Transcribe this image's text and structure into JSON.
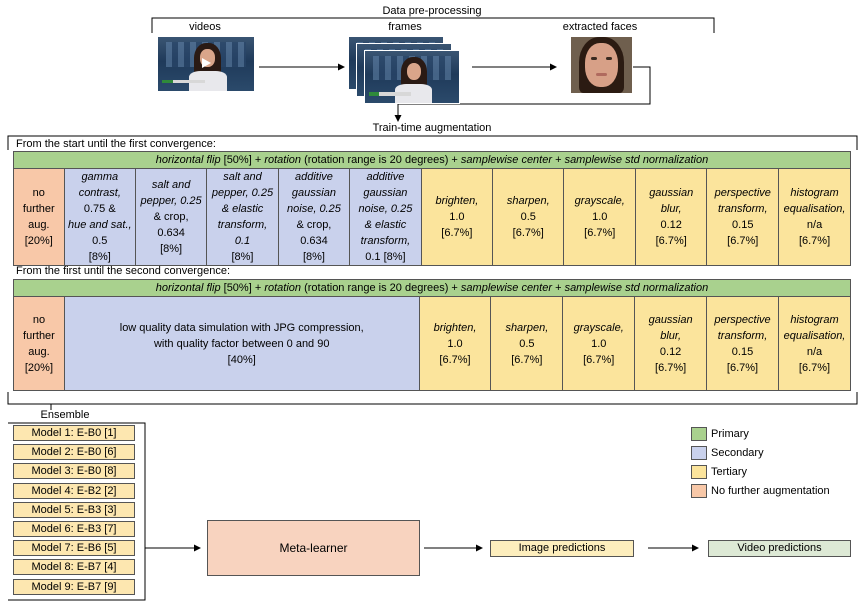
{
  "preprocessing": {
    "title": "Data pre-processing",
    "videos_label": "videos",
    "frames_label": "frames",
    "faces_label": "extracted faces"
  },
  "augmentation": {
    "title": "Train-time augmentation",
    "stage1_heading": "From the start until the first convergence:",
    "stage2_heading": "From the first until the second convergence:",
    "primary_row": {
      "flip": "horizontal flip",
      "flip_pct": " [50%] + ",
      "rotation": "rotation",
      "rotation_note": " (rotation range is 20 degrees) + ",
      "center": "samplewise center",
      "plus": " + ",
      "std": "samplewise std normalization"
    },
    "stage1_cells": [
      {
        "lines": [
          "no",
          "further",
          "aug.",
          "[20%]"
        ]
      },
      {
        "lines": [
          "gamma",
          "contrast,",
          "0.75 &",
          "hue and sat.,",
          "0.5",
          "[8%]"
        ]
      },
      {
        "lines": [
          "salt and",
          "pepper, 0.25",
          "& crop,",
          "0.634",
          "[8%]"
        ]
      },
      {
        "lines": [
          "salt and",
          "pepper, 0.25",
          "& elastic",
          "transform,",
          "0.1",
          "[8%]"
        ]
      },
      {
        "lines": [
          "additive",
          "gaussian",
          "noise, 0.25",
          "& crop,",
          "0.634",
          "[8%]"
        ]
      },
      {
        "lines": [
          "additive",
          "gaussian",
          "noise, 0.25",
          "& elastic",
          "transform,",
          "0.1 [8%]"
        ]
      },
      {
        "lines": [
          "brighten,",
          "1.0",
          "[6.7%]"
        ]
      },
      {
        "lines": [
          "sharpen,",
          "0.5",
          "[6.7%]"
        ]
      },
      {
        "lines": [
          "grayscale,",
          "1.0",
          "[6.7%]"
        ]
      },
      {
        "lines": [
          "gaussian",
          "blur,",
          "0.12",
          "[6.7%]"
        ]
      },
      {
        "lines": [
          "perspective",
          "transform,",
          "0.15",
          "[6.7%]"
        ]
      },
      {
        "lines": [
          "histogram",
          "equalisation,",
          "n/a",
          "[6.7%]"
        ]
      }
    ],
    "stage2_cells": [
      {
        "lines": [
          "no",
          "further",
          "aug.",
          "[20%]"
        ]
      },
      {
        "lines": [
          "low quality data simulation with JPG compression,",
          "with quality factor between 0 and 90",
          "[40%]"
        ]
      },
      {
        "lines": [
          "brighten,",
          "1.0",
          "[6.7%]"
        ]
      },
      {
        "lines": [
          "sharpen,",
          "0.5",
          "[6.7%]"
        ]
      },
      {
        "lines": [
          "grayscale,",
          "1.0",
          "[6.7%]"
        ]
      },
      {
        "lines": [
          "gaussian",
          "blur,",
          "0.12",
          "[6.7%]"
        ]
      },
      {
        "lines": [
          "perspective",
          "transform,",
          "0.15",
          "[6.7%]"
        ]
      },
      {
        "lines": [
          "histogram",
          "equalisation,",
          "n/a",
          "[6.7%]"
        ]
      }
    ]
  },
  "ensemble": {
    "title": "Ensemble",
    "models": [
      "Model 1: E-B0 [1]",
      "Model 2: E-B0 [6]",
      "Model 3: E-B0 [8]",
      "Model 4: E-B2 [2]",
      "Model 5: E-B3 [3]",
      "Model 6: E-B3 [7]",
      "Model 7: E-B6 [5]",
      "Model 8: E-B7 [4]",
      "Model 9: E-B7 [9]"
    ],
    "meta_learner": "Meta-learner",
    "image_predictions": "Image predictions",
    "video_predictions": "Video predictions"
  },
  "legend": {
    "items": [
      {
        "label": "Primary",
        "color": "#a9d18e"
      },
      {
        "label": "Secondary",
        "color": "#c9d1ec"
      },
      {
        "label": "Tertiary",
        "color": "#fbe49c"
      },
      {
        "label": "No further augmentation",
        "color": "#f8c8a8"
      }
    ]
  },
  "colors": {
    "primary": "#a9d18e",
    "secondary": "#c9d1ec",
    "tertiary": "#fbe49c",
    "none": "#f8c8a8",
    "prediction_green": "#dde9d5"
  }
}
